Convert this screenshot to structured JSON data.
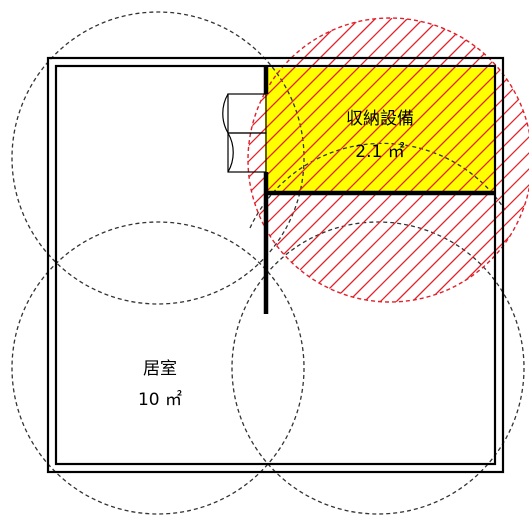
{
  "room": {
    "name": "居室",
    "area": "10 ㎡"
  },
  "storage": {
    "name": "収納設備",
    "area": "2.1 ㎡"
  },
  "colors": {
    "storage_fill": "#ffff00",
    "hatch_stroke": "#e0202a",
    "wall": "#000000",
    "circle_stroke": "#333333"
  }
}
